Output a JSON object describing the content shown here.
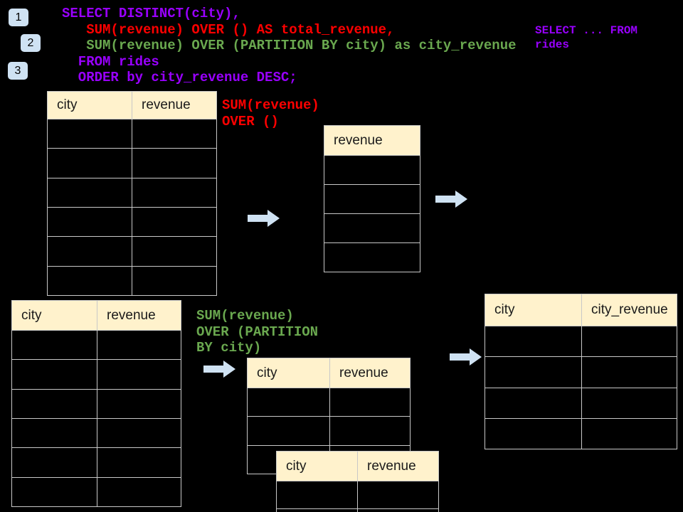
{
  "colors": {
    "background": "#000000",
    "sql_purple": "#9900ff",
    "sql_red": "#ff0000",
    "sql_green": "#6aa84f",
    "table_header_bg": "#fff2cc",
    "table_border": "#c8c8c8",
    "arrow_fill": "#cfe2f3",
    "badge_bg": "#cfe2f3"
  },
  "badges": {
    "one": "1",
    "two": "2",
    "three": "3"
  },
  "code": {
    "line1": "SELECT DISTINCT(city),",
    "line2": "   SUM(revenue) OVER () AS total_revenue,",
    "line3": "   SUM(revenue) OVER (PARTITION BY city) as city_revenue",
    "line4": "  FROM rides",
    "line5": "  ORDER by city_revenue DESC;"
  },
  "side_note": {
    "line1": "SELECT ... FROM",
    "line2": "rides"
  },
  "annotations": {
    "total": {
      "line1": "SUM(revenue)",
      "line2": "OVER ()"
    },
    "partition": {
      "line1": "SUM(revenue)",
      "line2": "OVER (PARTITION",
      "line3": "BY city)"
    }
  },
  "tables": {
    "source_top": {
      "headers": [
        "city",
        "revenue"
      ],
      "body_rows": 6
    },
    "total_result": {
      "headers": [
        "revenue"
      ],
      "body_rows": 4
    },
    "source_bottom": {
      "headers": [
        "city",
        "revenue"
      ],
      "body_rows": 6
    },
    "partition_step": {
      "headers": [
        "city",
        "revenue"
      ],
      "body_rows": 3
    },
    "partition_overlay": {
      "headers": [
        "city",
        "revenue"
      ],
      "body_rows": 2
    },
    "final_result": {
      "headers": [
        "city",
        "city_revenue"
      ],
      "body_rows": 4
    }
  }
}
